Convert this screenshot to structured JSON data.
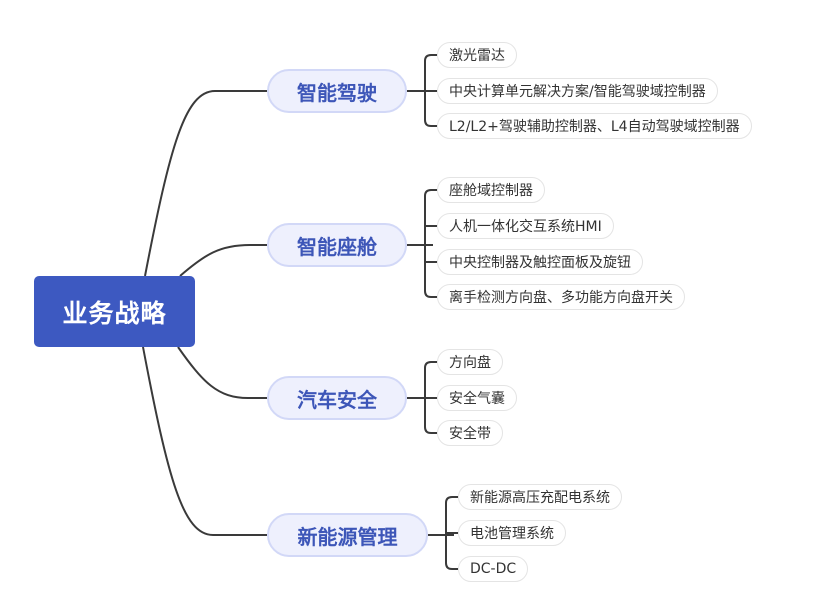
{
  "root": {
    "label": "业务战略",
    "color": "#3d59c1"
  },
  "topics": [
    {
      "label": "智能驾驶",
      "children": [
        "激光雷达",
        "中央计算单元解决方案/智能驾驶域控制器",
        "L2/L2+驾驶辅助控制器、L4自动驾驶域控制器"
      ]
    },
    {
      "label": "智能座舱",
      "children": [
        "座舱域控制器",
        "人机一体化交互系统HMI",
        "中央控制器及触控面板及旋钮",
        "离手检测方向盘、多功能方向盘开关"
      ]
    },
    {
      "label": "汽车安全",
      "children": [
        "方向盘",
        "安全气囊",
        "安全带"
      ]
    },
    {
      "label": "新能源管理",
      "children": [
        "新能源高压充配电系统",
        "电池管理系统",
        "DC-DC"
      ]
    }
  ]
}
